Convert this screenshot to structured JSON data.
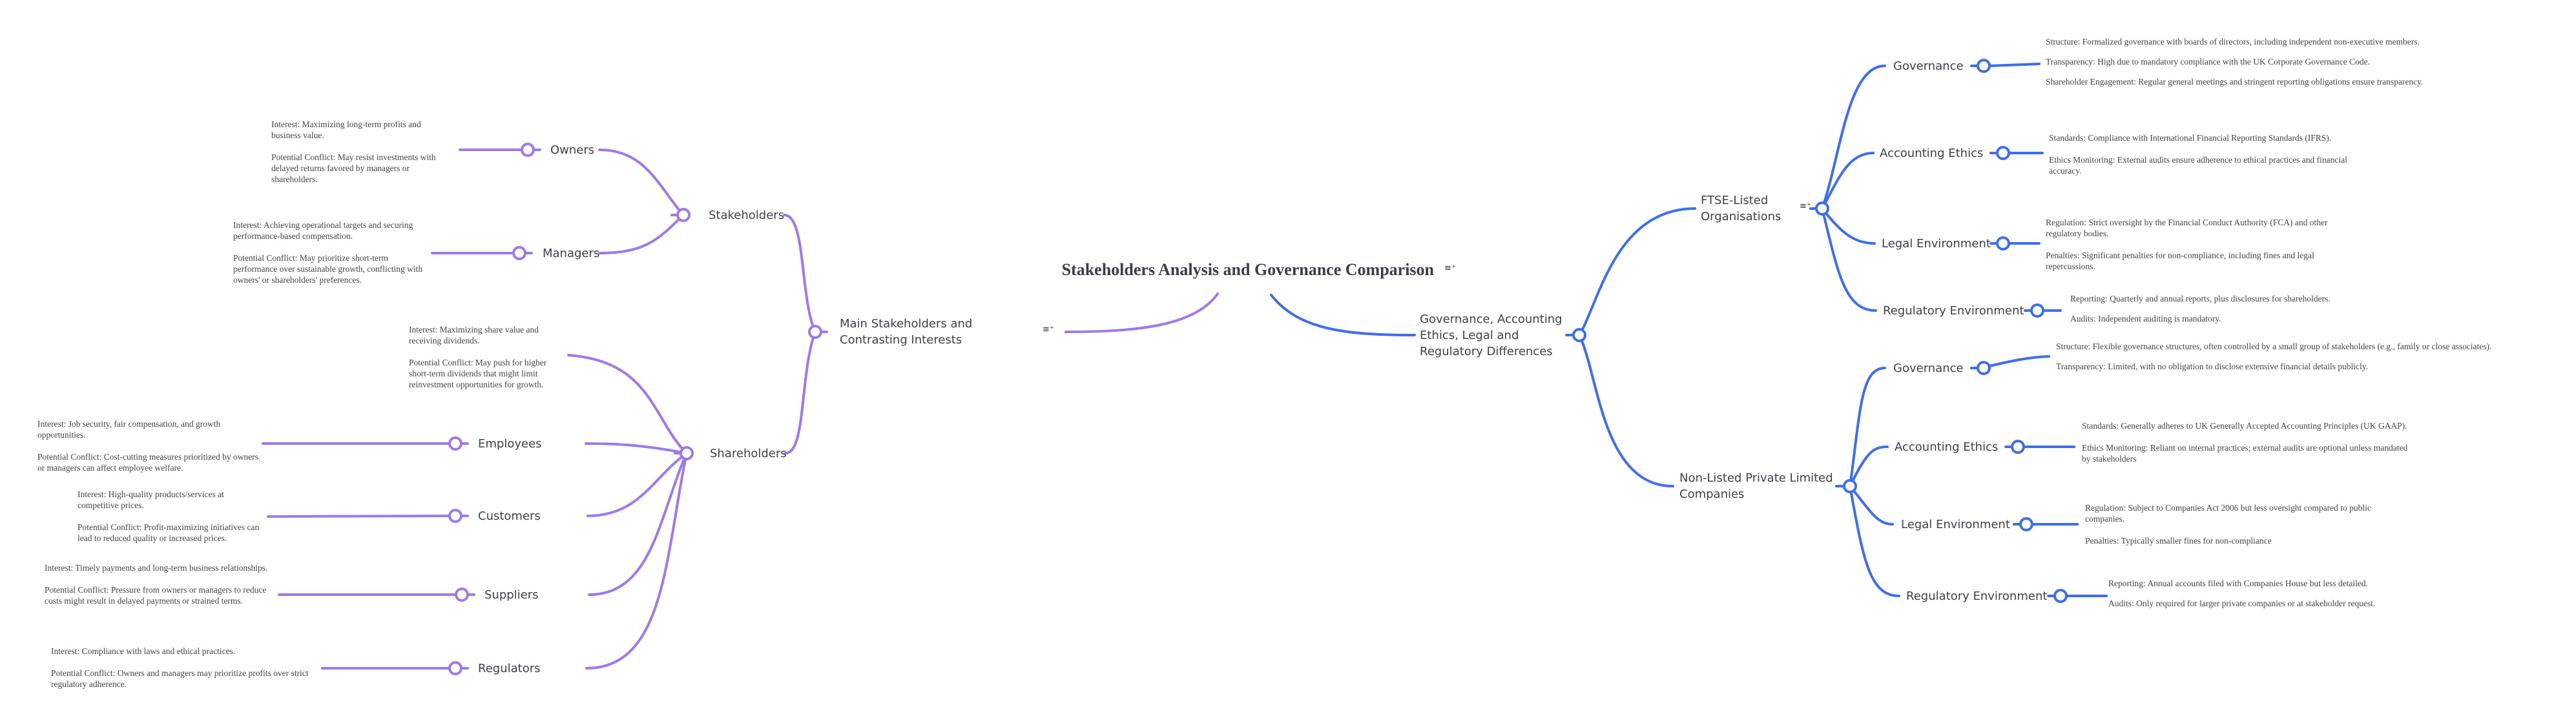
{
  "title": "Stakeholders Analysis and Governance Comparison",
  "colors": {
    "left_branch": "#9e78ee",
    "right_branch": "#3d6ef2"
  },
  "icons": {
    "notes": "notes-icon"
  },
  "left": {
    "label": "Main Stakeholders and Contrasting Interests",
    "stakeholders": {
      "label": "Stakeholders",
      "children": [
        {
          "label": "Owners",
          "notes": [
            "Interest: Maximizing long-term profits and business value.",
            "Potential Conflict: May resist investments with delayed returns favored by managers or shareholders."
          ]
        },
        {
          "label": "Managers",
          "notes": [
            "Interest: Achieving operational targets and securing performance-based compensation.",
            "Potential Conflict: May prioritize short-term performance over sustainable growth, conflicting with owners' or shareholders' preferences."
          ]
        }
      ]
    },
    "shareholders": {
      "label": "Shareholders",
      "notes": [
        "Interest: Maximizing share value and receiving dividends.",
        "Potential Conflict: May push for higher short-term dividends that might limit reinvestment opportunities for growth."
      ],
      "children": [
        {
          "label": "Employees",
          "notes": [
            "Interest: Job security, fair compensation, and growth opportunities.",
            "Potential Conflict: Cost-cutting measures prioritized by owners or managers can affect employee welfare."
          ]
        },
        {
          "label": "Customers",
          "notes": [
            "Interest: High-quality products/services at competitive prices.",
            "Potential Conflict: Profit-maximizing initiatives can lead to reduced quality or increased prices."
          ]
        },
        {
          "label": "Suppliers",
          "notes": [
            "Interest: Timely payments and long-term business relationships.",
            "Potential Conflict: Pressure from owners or managers to reduce costs might result in delayed payments or strained terms."
          ]
        },
        {
          "label": "Regulators",
          "notes": [
            "Interest: Compliance with laws and ethical practices.",
            "Potential Conflict: Owners and managers may prioritize profits over strict regulatory adherence."
          ]
        }
      ]
    }
  },
  "right": {
    "label": "Governance, Accounting Ethics, Legal and Regulatory Differences",
    "ftse": {
      "label": "FTSE-Listed Organisations",
      "children": [
        {
          "label": "Governance",
          "notes": [
            "Structure: Formalized governance with boards of directors, including independent non-executive members.",
            "Transparency: High due to mandatory compliance with the UK Corporate Governance Code.",
            "Shareholder Engagement: Regular general meetings and stringent reporting obligations ensure transparency."
          ]
        },
        {
          "label": "Accounting Ethics",
          "notes": [
            "Standards: Compliance with International Financial Reporting Standards (IFRS).",
            "Ethics Monitoring: External audits ensure adherence to ethical practices and financial accuracy."
          ]
        },
        {
          "label": "Legal Environment",
          "notes": [
            "Regulation: Strict oversight by the Financial Conduct Authority (FCA) and other regulatory bodies.",
            "Penalties: Significant penalties for non-compliance, including fines and legal repercussions."
          ]
        },
        {
          "label": "Regulatory Environment",
          "notes": [
            "Reporting: Quarterly and annual reports, plus disclosures for shareholders.",
            "Audits: Independent auditing is mandatory."
          ]
        }
      ]
    },
    "private": {
      "label": "Non-Listed Private Limited Companies",
      "children": [
        {
          "label": "Governance",
          "notes": [
            "Structure: Flexible governance structures, often controlled by a small group of stakeholders (e.g., family or close associates).",
            "Transparency: Limited, with no obligation to disclose extensive financial details publicly."
          ]
        },
        {
          "label": "Accounting Ethics",
          "notes": [
            "Standards: Generally adheres to UK Generally Accepted Accounting Principles (UK GAAP).",
            "Ethics Monitoring: Reliant on internal practices; external audits are optional unless mandated by stakeholders"
          ]
        },
        {
          "label": "Legal Environment",
          "notes": [
            "Regulation: Subject to Companies Act 2006 but less oversight compared to public companies.",
            "Penalties: Typically smaller fines for non-compliance"
          ]
        },
        {
          "label": "Regulatory Environment",
          "notes": [
            "Reporting: Annual accounts filed with Companies House but less detailed.",
            "Audits: Only required for larger private companies or at stakeholder request."
          ]
        }
      ]
    }
  }
}
